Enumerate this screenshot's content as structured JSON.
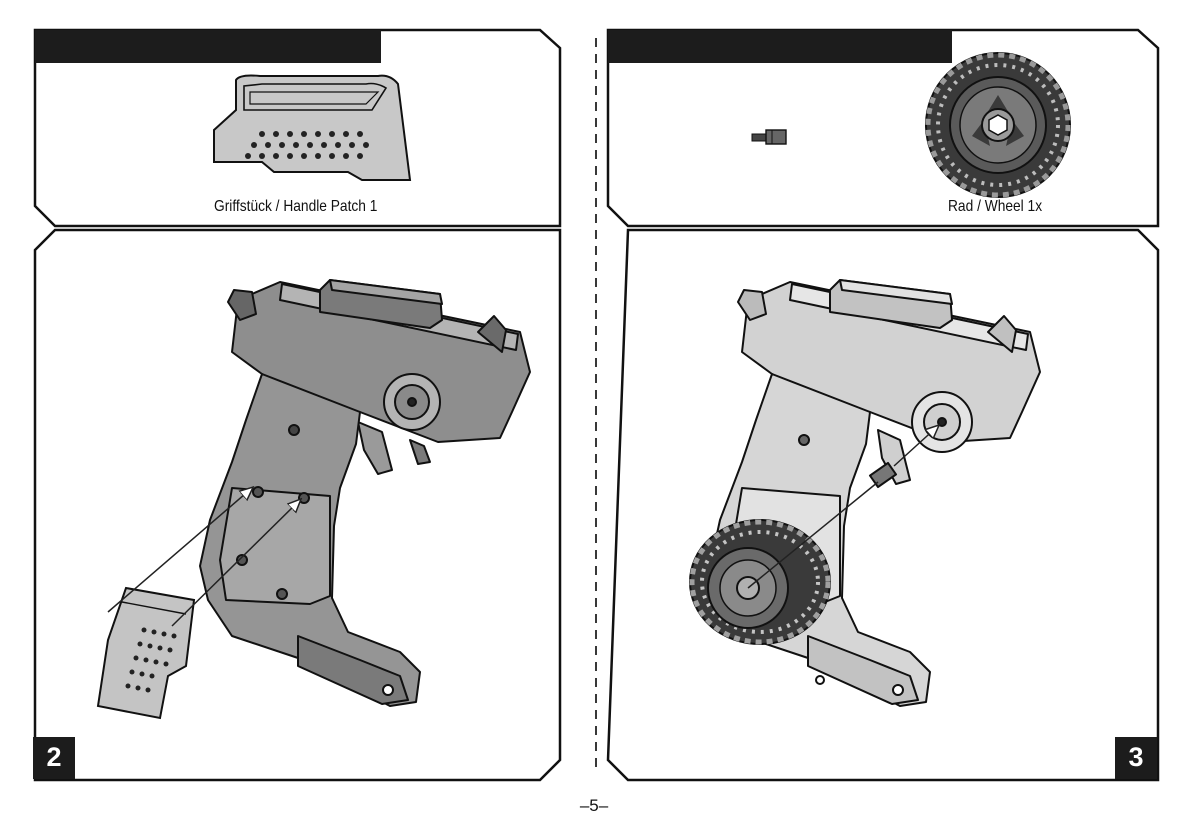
{
  "left_top": {
    "part_label": "Griffstück / Handle Patch 1"
  },
  "right_top": {
    "part_label": "Rad / Wheel 1x"
  },
  "left_main": {
    "step_number": "2"
  },
  "right_main": {
    "step_number": "3"
  },
  "page_number": "–5–"
}
